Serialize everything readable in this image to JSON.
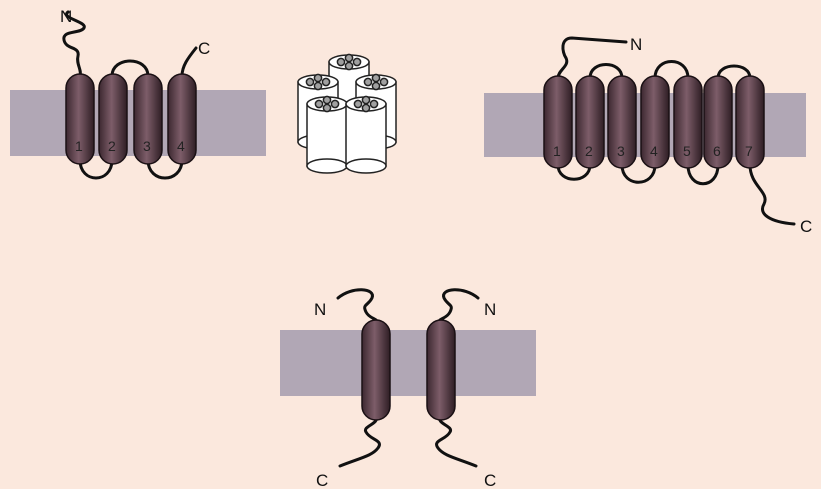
{
  "panel_four_tm": {
    "n_label": "N",
    "c_label": "C",
    "helix_numbers": [
      "1",
      "2",
      "3",
      "4"
    ]
  },
  "panel_seven_tm": {
    "n_label": "N",
    "c_label": "C",
    "helix_numbers": [
      "1",
      "2",
      "3",
      "4",
      "5",
      "6",
      "7"
    ]
  },
  "panel_single_pass": {
    "left_n_label": "N",
    "left_c_label": "C",
    "right_n_label": "N",
    "right_c_label": "C"
  },
  "colors": {
    "background": "#fbe8dd",
    "membrane": "#b1a7b5",
    "helix_fill": "#6b4a56",
    "helix_stroke": "#1a1014",
    "loop": "#111111"
  }
}
